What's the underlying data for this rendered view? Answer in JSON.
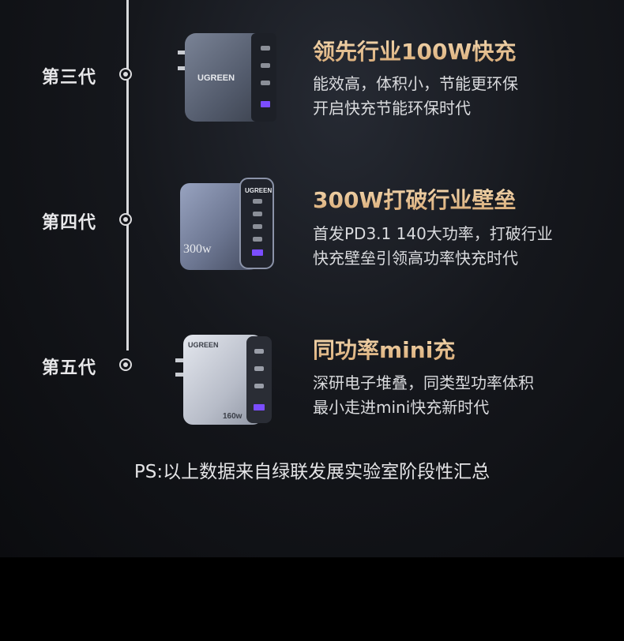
{
  "timeline": [
    {
      "label": "第三代",
      "title": "领先行业100W快充",
      "desc_line1": "能效高，体积小，节能更环保",
      "desc_line2": "开启快充节能环保时代",
      "brand": "UGREEN"
    },
    {
      "label": "第四代",
      "title": "300W打破行业壁垒",
      "desc_line1": "首发PD3.1 140大功率，打破行业",
      "desc_line2": "快充壁垒引领高功率快充时代",
      "brand": "UGREEN",
      "power": "300w"
    },
    {
      "label": "第五代",
      "title": "同功率mini充",
      "desc_line1": "深研电子堆叠，同类型功率体积",
      "desc_line2": "最小走进mini快充新时代",
      "brand": "UGREEN",
      "power": "160w"
    }
  ],
  "footnote": "PS:以上数据来自绿联发展实验室阶段性汇总",
  "colors": {
    "title_gold": "#e9c79a",
    "port_purple": "#7b4dff",
    "background": "#15171c"
  }
}
